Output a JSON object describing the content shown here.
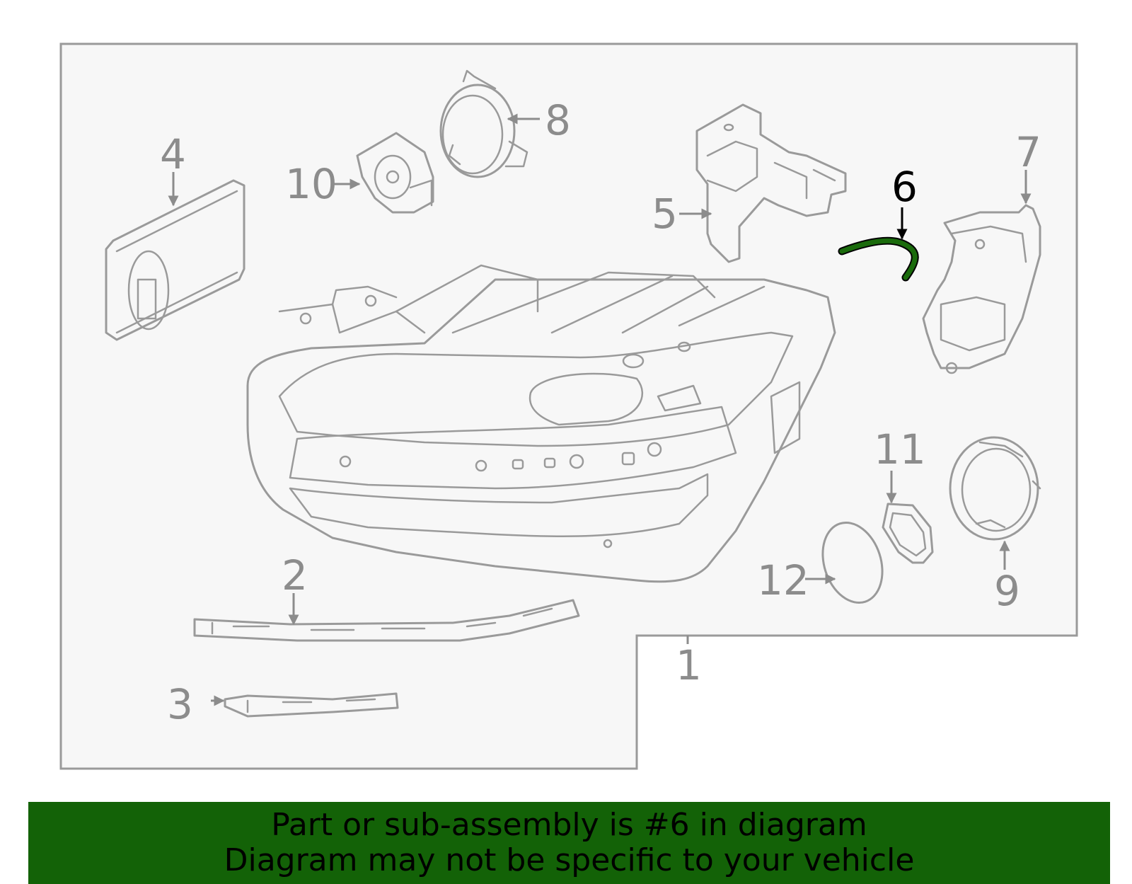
{
  "diagram": {
    "callouts": [
      {
        "id": "1",
        "label": "1"
      },
      {
        "id": "2",
        "label": "2"
      },
      {
        "id": "3",
        "label": "3"
      },
      {
        "id": "4",
        "label": "4"
      },
      {
        "id": "5",
        "label": "5"
      },
      {
        "id": "6",
        "label": "6"
      },
      {
        "id": "7",
        "label": "7"
      },
      {
        "id": "8",
        "label": "8"
      },
      {
        "id": "9",
        "label": "9"
      },
      {
        "id": "10",
        "label": "10"
      },
      {
        "id": "11",
        "label": "11"
      },
      {
        "id": "12",
        "label": "12"
      }
    ],
    "highlighted_part": "6",
    "highlight_color": "#1a6b0c"
  },
  "banner": {
    "line1": "Part or sub-assembly is #6 in diagram",
    "line2": "Diagram may not be specific to your vehicle",
    "background": "#136207"
  }
}
